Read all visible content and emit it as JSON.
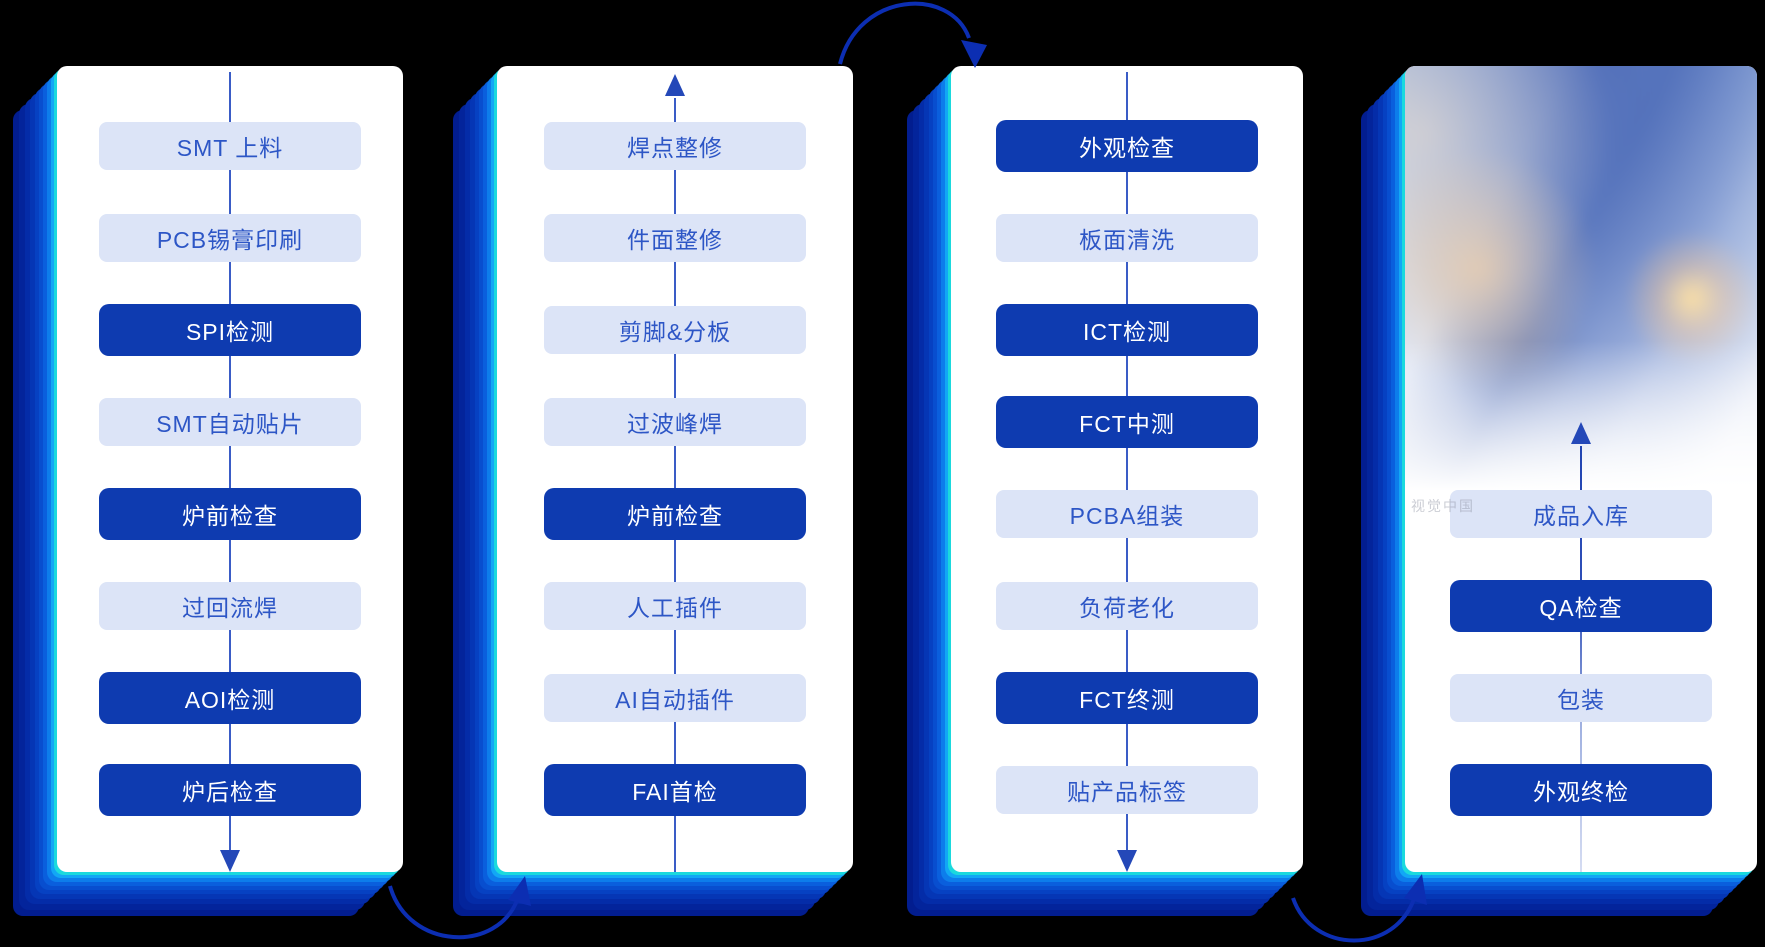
{
  "diagram": {
    "type": "process-flow",
    "description": "PCBA manufacturing process flow, 4 serpentine columns"
  },
  "colors": {
    "background": "#000000",
    "panel": "#ffffff",
    "dark_box": "#0e3bb0",
    "light_box": "#dce4f7",
    "light_box_text": "#2d56c6",
    "dark_box_text": "#ffffff",
    "flow_line": "#3a5cc6",
    "arrowhead": "#2448b8",
    "arc_arrow": "#0c2eb2",
    "glow_inner": "#1bd9dd",
    "glow_outer": "#021d8f"
  },
  "columns": [
    {
      "name": "smt-stage",
      "direction": "down",
      "steps": [
        {
          "label": "SMT 上料",
          "emphasized": false
        },
        {
          "label": "PCB锡膏印刷",
          "emphasized": false
        },
        {
          "label": "SPI检测",
          "emphasized": true
        },
        {
          "label": "SMT自动贴片",
          "emphasized": false
        },
        {
          "label": "炉前检查",
          "emphasized": true
        },
        {
          "label": "过回流焊",
          "emphasized": false
        },
        {
          "label": "AOI检测",
          "emphasized": true
        },
        {
          "label": "炉后检查",
          "emphasized": true
        }
      ]
    },
    {
      "name": "dip-stage",
      "direction": "up",
      "steps": [
        {
          "label": "焊点整修",
          "emphasized": false
        },
        {
          "label": "件面整修",
          "emphasized": false
        },
        {
          "label": "剪脚&分板",
          "emphasized": false
        },
        {
          "label": "过波峰焊",
          "emphasized": false
        },
        {
          "label": "炉前检查",
          "emphasized": true
        },
        {
          "label": "人工插件",
          "emphasized": false
        },
        {
          "label": "AI自动插件",
          "emphasized": false
        },
        {
          "label": "FAI首检",
          "emphasized": true
        }
      ]
    },
    {
      "name": "test-stage",
      "direction": "down",
      "steps": [
        {
          "label": "外观检查",
          "emphasized": true
        },
        {
          "label": "板面清洗",
          "emphasized": false
        },
        {
          "label": "ICT检测",
          "emphasized": true
        },
        {
          "label": "FCT中测",
          "emphasized": true
        },
        {
          "label": "PCBA组装",
          "emphasized": false
        },
        {
          "label": "负荷老化",
          "emphasized": false
        },
        {
          "label": "FCT终测",
          "emphasized": true
        },
        {
          "label": "贴产品标签",
          "emphasized": false
        }
      ]
    },
    {
      "name": "final-stage",
      "direction": "up",
      "photo": "blurred-pcb-circuit-board-photo",
      "watermark": "视觉中国",
      "steps": [
        {
          "label": "成品入库",
          "emphasized": false
        },
        {
          "label": "QA检查",
          "emphasized": true
        },
        {
          "label": "包装",
          "emphasized": false
        },
        {
          "label": "外观终检",
          "emphasized": true
        }
      ]
    }
  ]
}
